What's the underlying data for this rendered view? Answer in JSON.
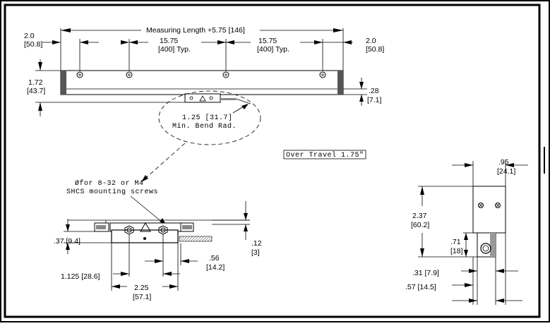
{
  "dimensions": {
    "left_end": {
      "in": "2.0",
      "mm": "[50.8]"
    },
    "measuring_length": "Measuring Length +5.75 [146]",
    "spacing_a": {
      "in": "15.75",
      "mm": "[400] Typ."
    },
    "spacing_b": {
      "in": "15.75",
      "mm": "[400] Typ."
    },
    "right_end": {
      "in": "2.0",
      "mm": "[50.8]"
    },
    "height": {
      "in": "1.72",
      "mm": "[43.7]"
    },
    "foot": {
      "in": ".28",
      "mm": "[7.1]"
    },
    "bend_radius": {
      "line1": "1.25 [31.7]",
      "line2": "Min. Bend Rad."
    },
    "over_travel": "Over Travel 1.75\"",
    "mounting": {
      "line1": "Øfor 8-32 or M4",
      "line2": "SHCS mounting screws"
    },
    "head_height": ".37 [9.4]",
    "gap": {
      "in": ".12",
      "mm": "[3]"
    },
    "offset": {
      "in": ".56",
      "mm": "[14.2]"
    },
    "hole_spacing": "1.125 [28.6]",
    "head_width": {
      "in": "2.25",
      "mm": "[57.1]"
    },
    "side_width": {
      "in": ".95",
      "mm": "[24.1]"
    },
    "side_height": {
      "in": "2.37",
      "mm": "[60.2]"
    },
    "side_mid": {
      "in": ".71",
      "mm": "[18]"
    },
    "side_a": ".31 [7.9]",
    "side_b": ".57 [14.5]"
  }
}
